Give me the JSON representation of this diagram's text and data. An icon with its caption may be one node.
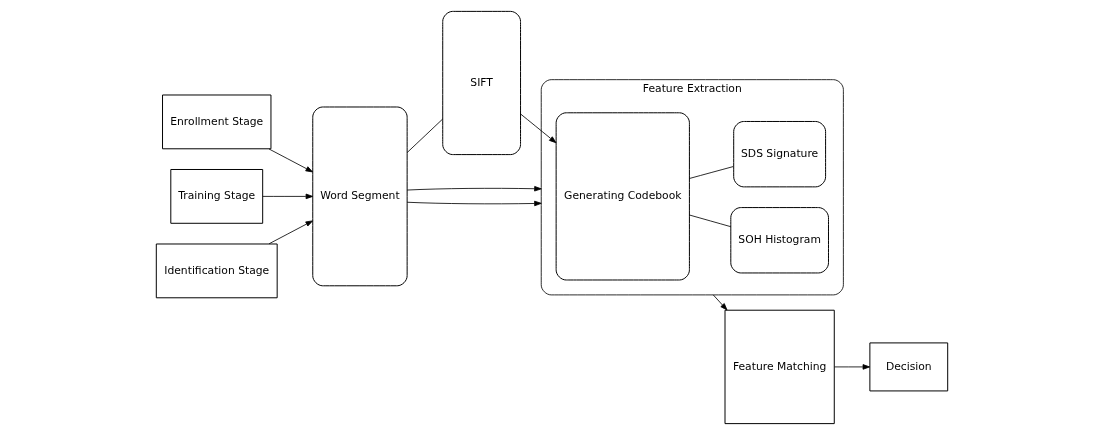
{
  "diagram": {
    "nodes": [
      {
        "text": [
          "Enrollment Stage"
        ]
      },
      {
        "text": [
          "Training Stage"
        ]
      },
      {
        "text": [
          "Identification Stage"
        ]
      },
      {
        "text": [
          "Word Segment"
        ]
      },
      {
        "text": [
          "SIFT"
        ]
      },
      {
        "text": [
          "Feature Extraction"
        ]
      },
      {
        "text": [
          "Generating Codebook"
        ],
        "in": 5
      },
      {
        "text": [
          "SOH Histogram"
        ],
        "in": 5
      },
      {
        "text": [
          "SDS Signature"
        ],
        "in": 5
      },
      {
        "text": [
          "Feature Matching"
        ]
      },
      {
        "text": [
          "Decision"
        ]
      }
    ],
    "edges": [
      {
        "from": 0,
        "to": 3,
        "arrow": "to"
      },
      {
        "from": 1,
        "to": 3,
        "arrow": "to"
      },
      {
        "from": 2,
        "to": 3,
        "arrow": "to"
      },
      {
        "from": 3,
        "to": 5,
        "arrow": "to"
      },
      {
        "from": 3,
        "to": 4,
        "arrow": "none"
      },
      {
        "from": 4,
        "to": 6,
        "arrow": "to"
      },
      {
        "from": 3,
        "to": 5,
        "arrow": "to"
      },
      {
        "from": 6,
        "to": 7,
        "arrow": "none"
      },
      {
        "from": 6,
        "to": 8,
        "arrow": "none"
      },
      {
        "from": 5,
        "to": 9,
        "arrow": "to"
      },
      {
        "from": 9,
        "to": 10,
        "arrow": "to"
      }
    ]
  }
}
